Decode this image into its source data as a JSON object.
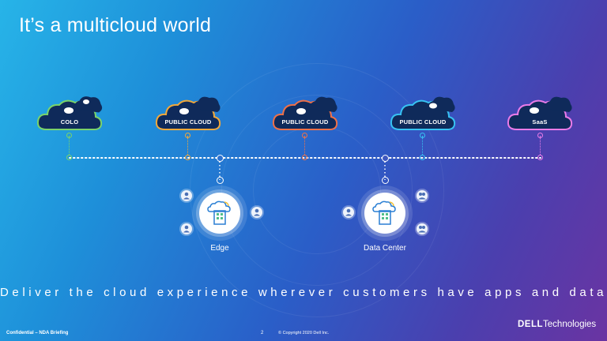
{
  "slide": {
    "title": "It’s a multicloud world",
    "tagline": "Deliver the cloud experience wherever customers have apps and data"
  },
  "clouds": [
    {
      "label": "COLO",
      "color": "#7ad36a"
    },
    {
      "label": "PUBLIC CLOUD",
      "color": "#f2a83a"
    },
    {
      "label": "PUBLIC CLOUD",
      "color": "#ef7048"
    },
    {
      "label": "PUBLIC CLOUD",
      "color": "#37c2f2"
    },
    {
      "label": "SaaS",
      "color": "#ea7be8"
    }
  ],
  "hubs": [
    {
      "label": "Edge",
      "icon": "cloud-building-icon"
    },
    {
      "label": "Data Center",
      "icon": "cloud-building-icon"
    }
  ],
  "footer": {
    "confidential": "Confidential – NDA Briefing",
    "page": "2",
    "copyright": "© Copyright 2020 Dell Inc.",
    "brand_bold": "DELL",
    "brand_rest": "Technologies"
  },
  "colors": {
    "connector": "#ffffff",
    "background_start": "#27b4e8",
    "background_end": "#6a34a2"
  }
}
